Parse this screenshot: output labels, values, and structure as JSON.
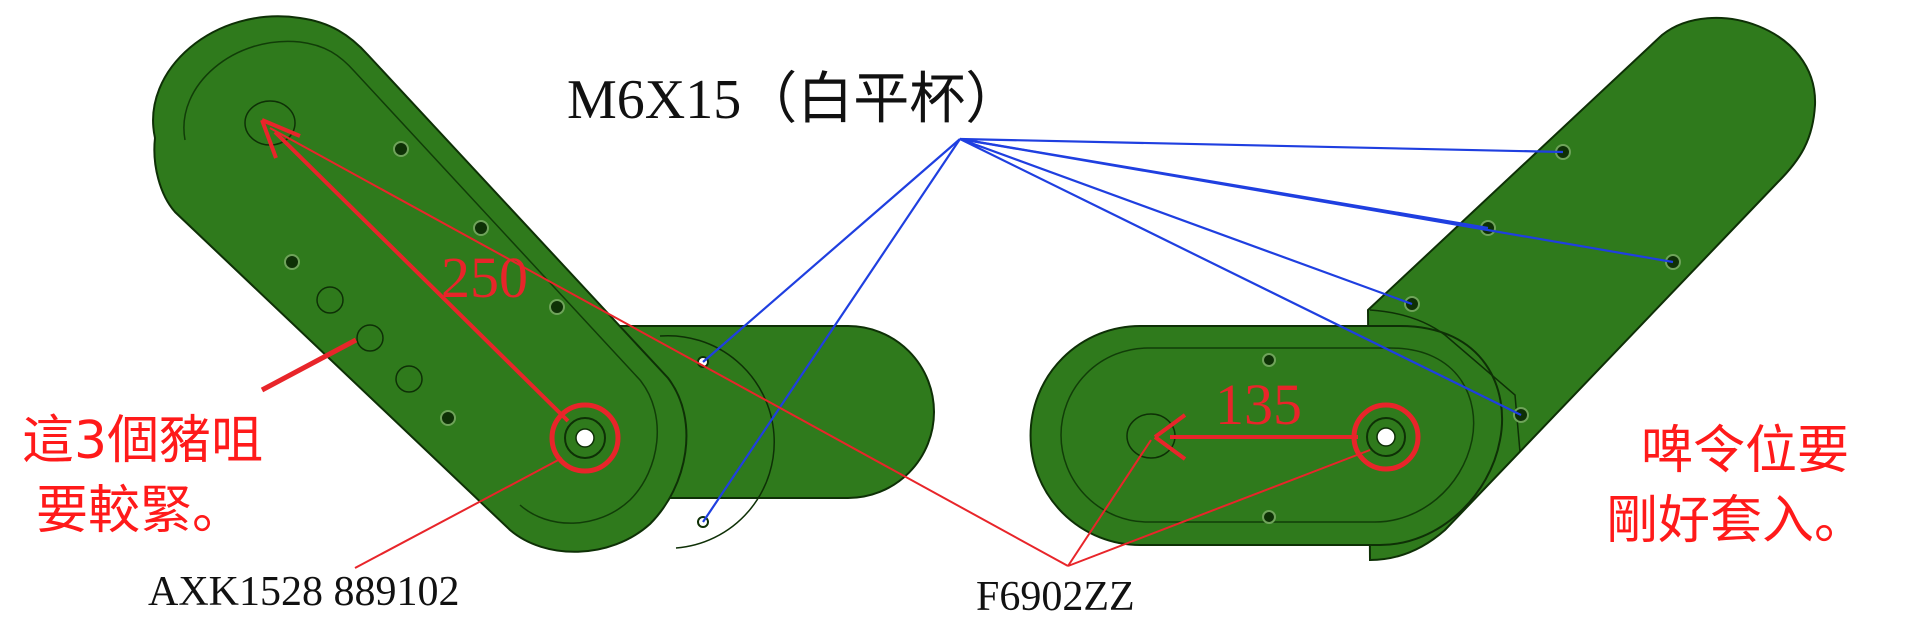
{
  "labels": {
    "screw": "M6X15（白平杯）",
    "bearing_left": "AXK1528 889102",
    "bearing_right": "F6902ZZ",
    "dim_left": "250",
    "dim_right": "135",
    "note_left_line1": "這3個豬咀",
    "note_left_line2": "要較緊。",
    "note_right_line1": "啤令位要",
    "note_right_line2": "剛好套入。"
  },
  "colors": {
    "part_fill": "#2f7a1c",
    "part_edge": "#0e3006",
    "annotation_red": "#e8252a",
    "leader_blue": "#1f3fe0"
  }
}
